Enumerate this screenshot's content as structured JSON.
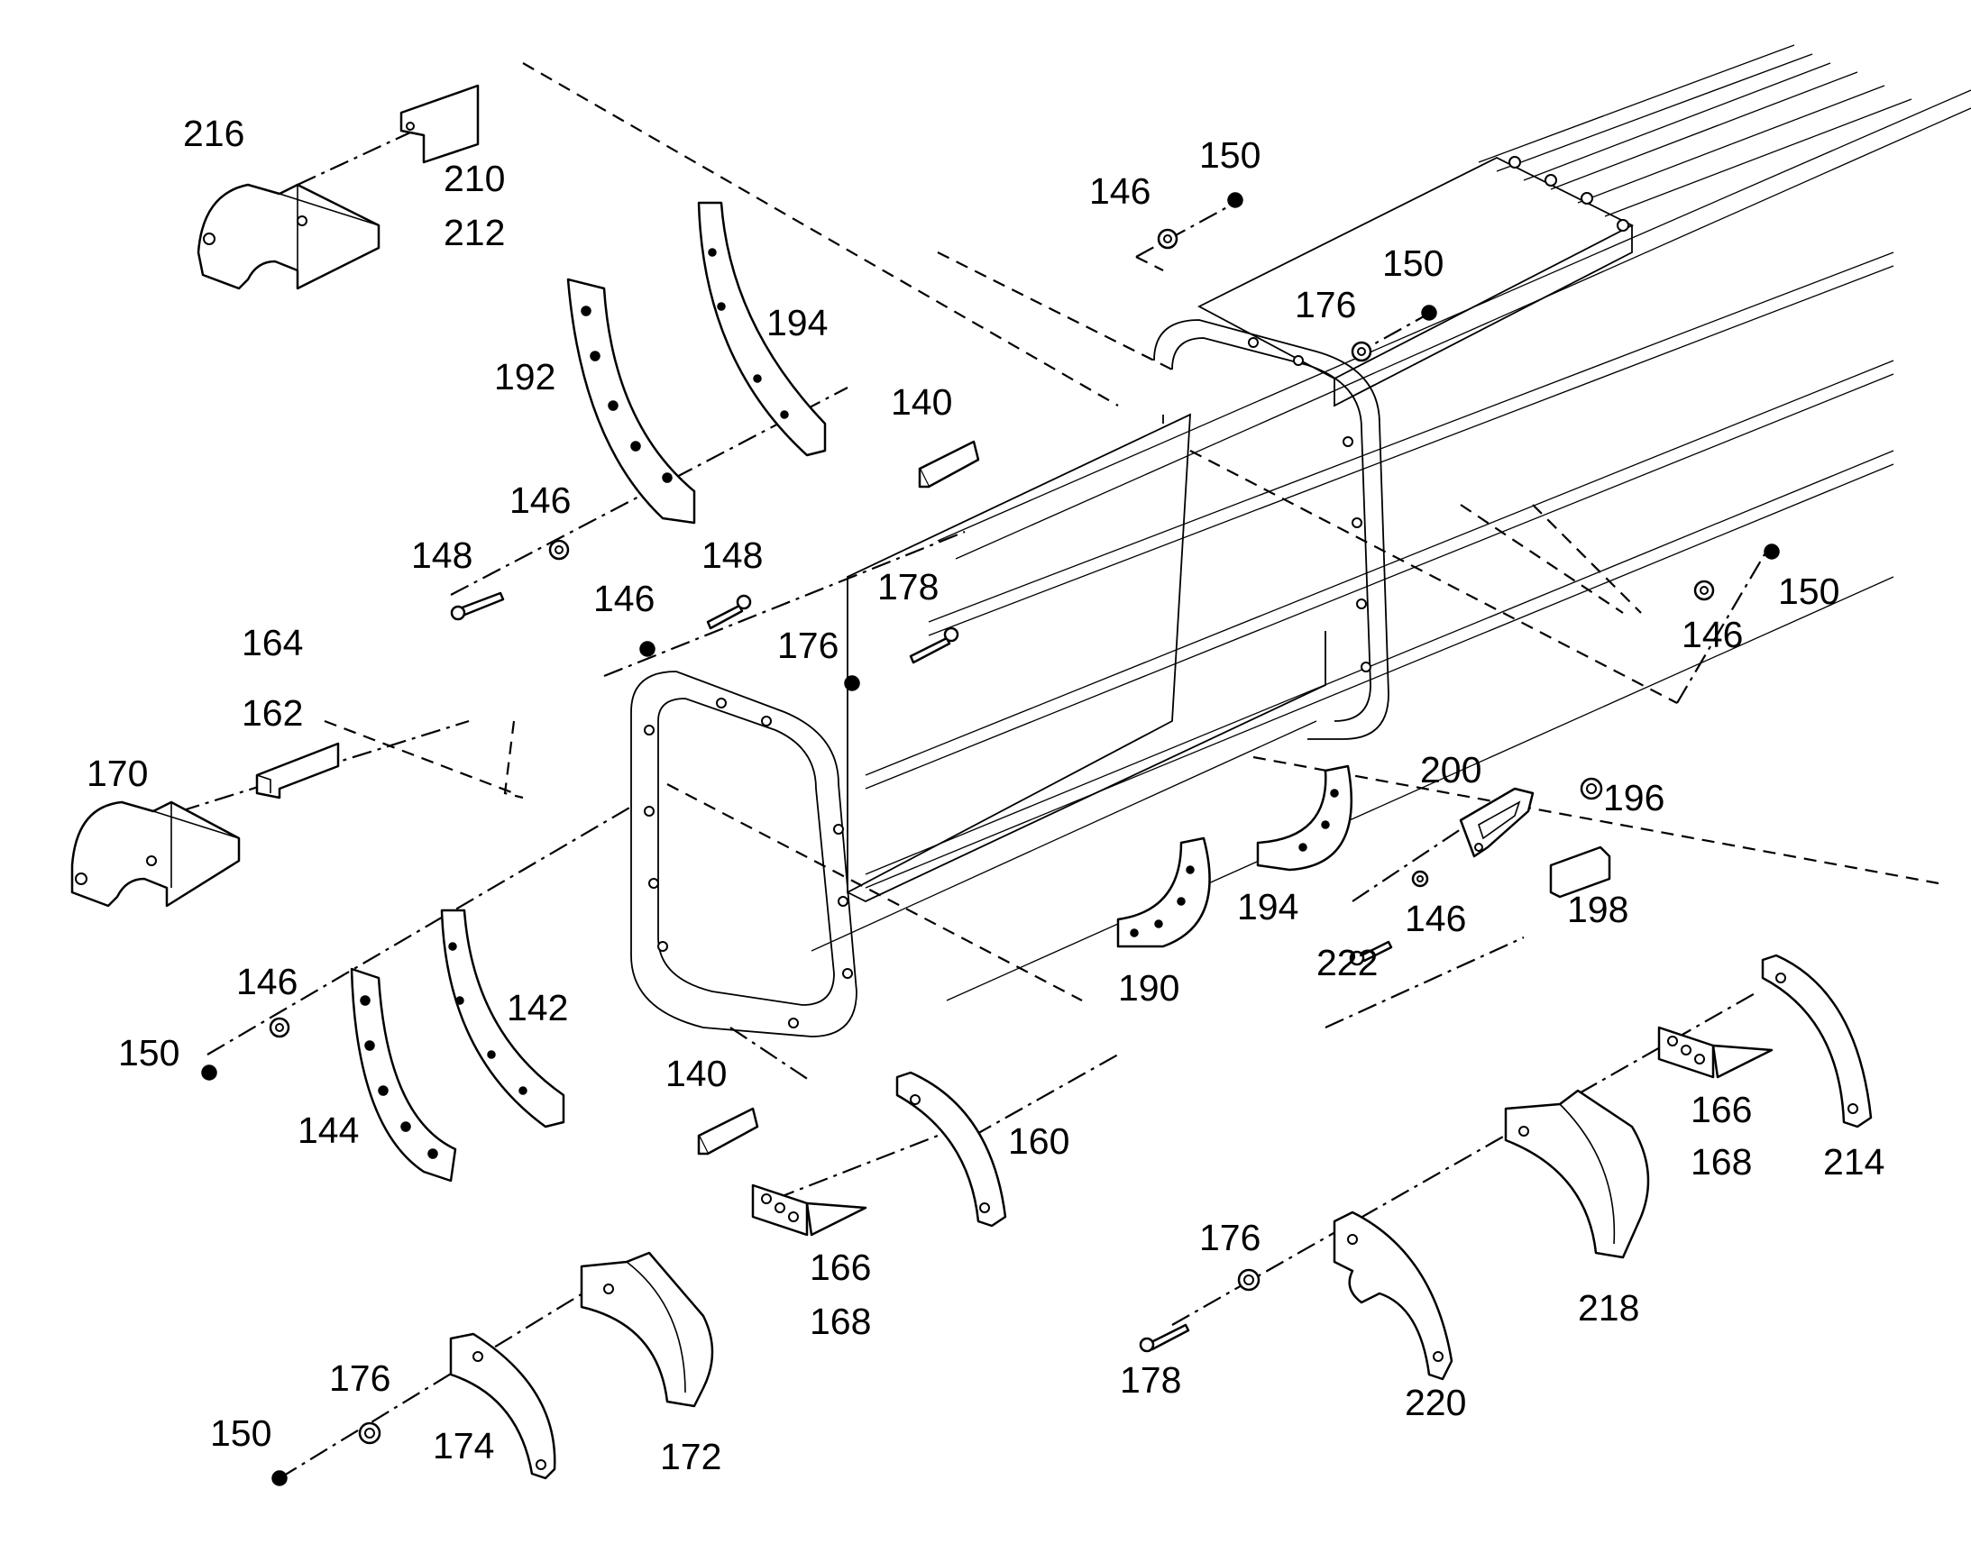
{
  "callouts": {
    "c216": "216",
    "c210": "210",
    "c212": "212",
    "c194a": "194",
    "c192": "192",
    "c140a": "140",
    "c146a": "146",
    "c150a": "150",
    "c176a": "176",
    "c150b": "150",
    "c146b": "146",
    "c148a": "148",
    "c148b": "148",
    "c146c": "146",
    "c178a": "178",
    "c176b": "176",
    "c164": "164",
    "c162": "162",
    "c170": "170",
    "c146d": "146",
    "c150c": "150",
    "c200": "200",
    "c196": "196",
    "c194b": "194",
    "c146e": "146",
    "c198": "198",
    "c222": "222",
    "c190": "190",
    "c146f": "146",
    "c150d": "150",
    "c142": "142",
    "c144": "144",
    "c140b": "140",
    "c160": "160",
    "c166a": "166",
    "c168a": "168",
    "c176c": "176",
    "c150e": "150",
    "c174": "174",
    "c172": "172",
    "c166b": "166",
    "c168b": "168",
    "c214": "214",
    "c218": "218",
    "c176d": "176",
    "c178b": "178",
    "c220": "220"
  }
}
